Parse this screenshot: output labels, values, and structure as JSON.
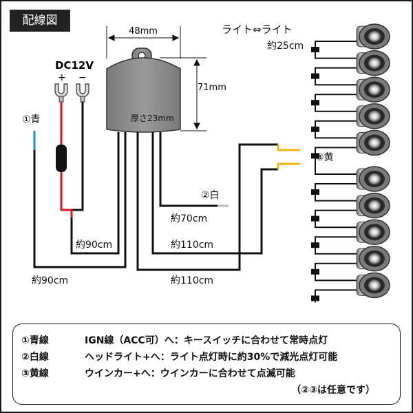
{
  "title": "配線図",
  "dimensions": {
    "width": "48mm",
    "height": "71mm",
    "thickness": "厚さ23mm"
  },
  "power": {
    "label": "DC12V",
    "plus": "+",
    "minus": "−"
  },
  "wires": {
    "blue_label": "①青",
    "white_label": "②白",
    "yellow_label": "③黄",
    "white_len": "約70cm",
    "power_len": "約90cm",
    "blue_len": "約90cm",
    "yellow_len_upper": "約110cm",
    "yellow_len_lower": "約110cm"
  },
  "lights": {
    "label": "ライト⇔ライト",
    "spacing": "約25cm",
    "count": 10
  },
  "legend": [
    {
      "label": "①青線",
      "text": "IGN線（ACC可）へ：キースイッチに合わせて常時点灯"
    },
    {
      "label": "②白線",
      "text": "ヘッドライト+へ：ライト点灯時に約30%で減光点灯可能"
    },
    {
      "label": "③黄線",
      "text": "ウインカー+へ：ウインカーに合わせて点滅可能"
    }
  ],
  "legend_note": "（②③は任意です）",
  "colors": {
    "wire": "#111111",
    "red": "#e0141e",
    "blue": "#1e8fd6",
    "yellow": "#f2b515",
    "white_wire": "#bbbbbb",
    "box": "#8a8a8a"
  }
}
